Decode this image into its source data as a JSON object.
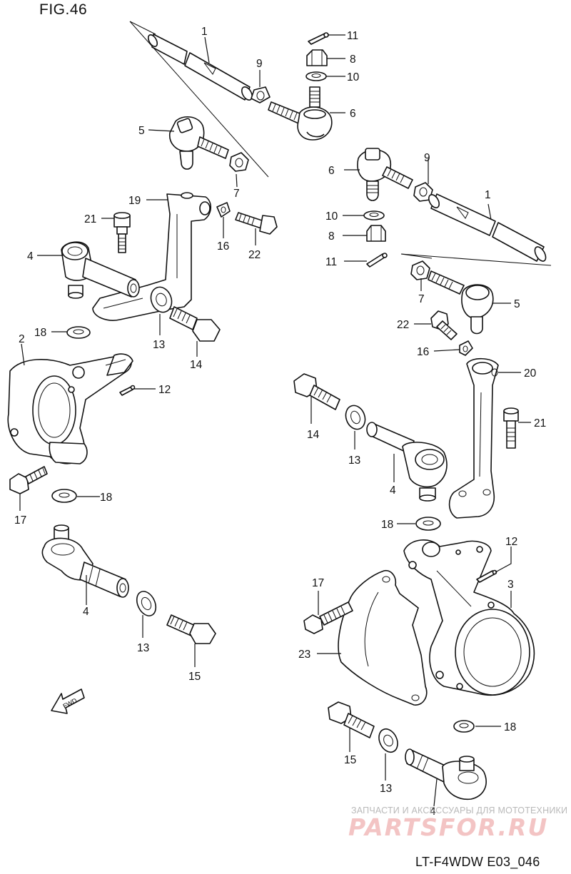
{
  "figure_title": "FIG.46",
  "diagram_code": "LT-F4WDW E03_046",
  "watermark": {
    "line": "ЗАПЧАСТИ И АКСЕССУАРЫ ДЛЯ МОТОТЕХНИКИ",
    "brand": "PARTSFOR.RU"
  },
  "forward_arrow": "FWD",
  "callouts": [
    "1",
    "1",
    "2",
    "3",
    "4",
    "4",
    "4",
    "4",
    "5",
    "5",
    "6",
    "6",
    "7",
    "7",
    "8",
    "8",
    "9",
    "9",
    "10",
    "10",
    "11",
    "11",
    "12",
    "12",
    "13",
    "13",
    "13",
    "13",
    "14",
    "14",
    "15",
    "15",
    "16",
    "16",
    "17",
    "17",
    "18",
    "18",
    "18",
    "18",
    "19",
    "20",
    "21",
    "21",
    "22",
    "22",
    "23"
  ]
}
